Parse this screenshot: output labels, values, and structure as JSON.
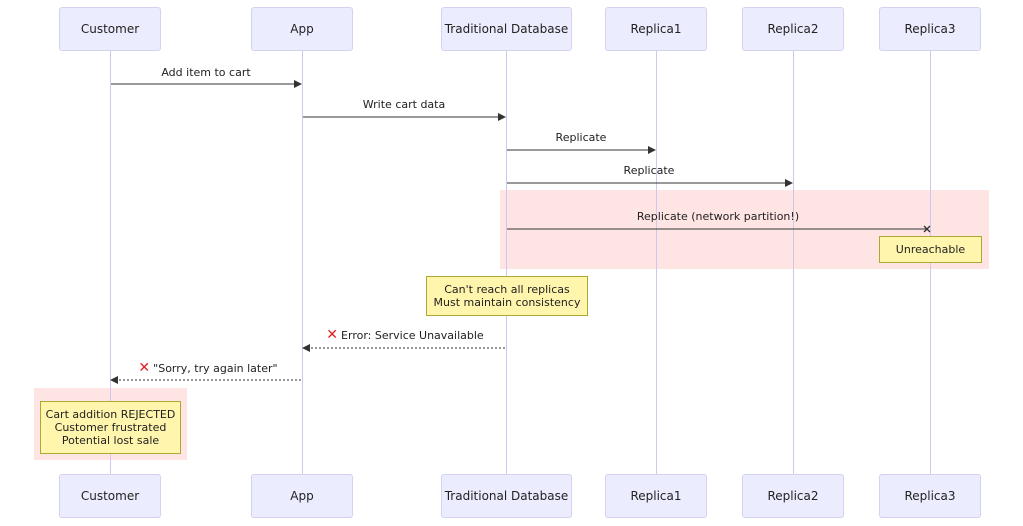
{
  "participants": [
    {
      "id": "customer",
      "label": "Customer"
    },
    {
      "id": "app",
      "label": "App"
    },
    {
      "id": "db",
      "label": "Traditional Database"
    },
    {
      "id": "r1",
      "label": "Replica1"
    },
    {
      "id": "r2",
      "label": "Replica2"
    },
    {
      "id": "r3",
      "label": "Replica3"
    }
  ],
  "messages": [
    {
      "from": "customer",
      "to": "app",
      "label": "Add item to cart",
      "style": "solid"
    },
    {
      "from": "app",
      "to": "db",
      "label": "Write cart data",
      "style": "solid"
    },
    {
      "from": "db",
      "to": "r1",
      "label": "Replicate",
      "style": "solid"
    },
    {
      "from": "db",
      "to": "r2",
      "label": "Replicate",
      "style": "solid"
    },
    {
      "from": "db",
      "to": "r3",
      "label": "Replicate (network partition!)",
      "style": "solid",
      "end": "cross"
    },
    {
      "from": "db",
      "to": "app",
      "label": "Error: Service Unavailable",
      "style": "dotted",
      "icon": "cross-mark-icon"
    },
    {
      "from": "app",
      "to": "customer",
      "label": "\"Sorry, try again later\"",
      "style": "dotted",
      "icon": "cross-mark-icon"
    }
  ],
  "notes": {
    "unreachable": [
      "Unreachable"
    ],
    "consistency": [
      "Can't reach all replicas",
      "Must maintain consistency"
    ],
    "rejected": [
      "Cart addition REJECTED",
      "Customer frustrated",
      "Potential lost sale"
    ]
  },
  "colors": {
    "actor_fill": "#ECECFF",
    "lifeline": "#cfc7ee",
    "note_fill": "#FFF5AD",
    "highlight_region": "#FFE4E4",
    "error_mark": "#e02020"
  }
}
